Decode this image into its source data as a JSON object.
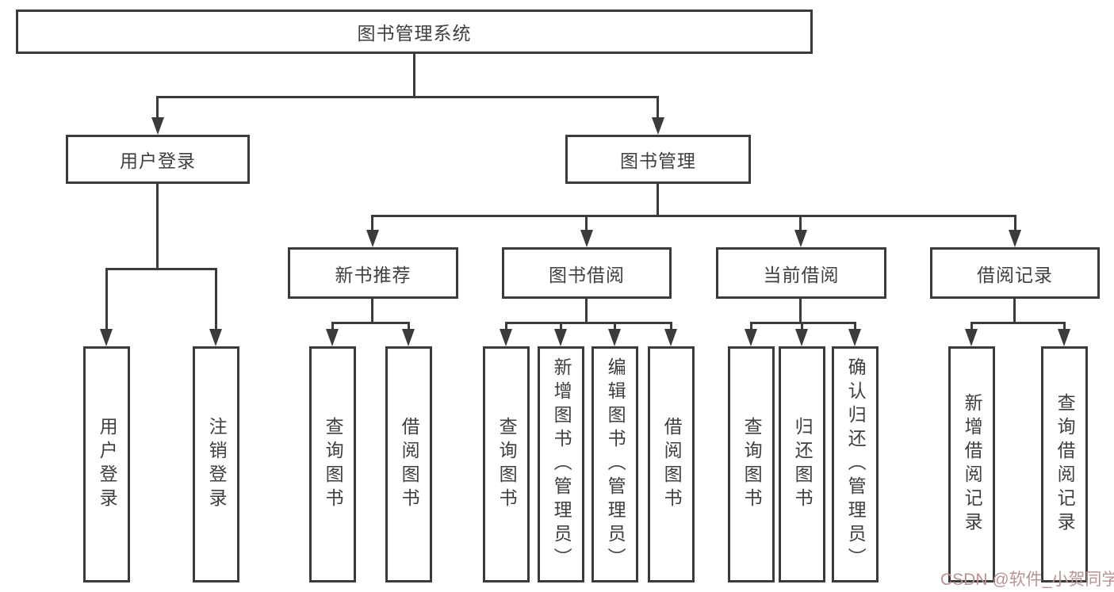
{
  "diagram": {
    "root": {
      "label": "图书管理系统",
      "children": [
        {
          "label": "用户登录",
          "children": [
            {
              "label": "用户登录"
            },
            {
              "label": "注销登录"
            }
          ]
        },
        {
          "label": "图书管理",
          "children": [
            {
              "label": "新书推荐",
              "children": [
                {
                  "label": "查询图书"
                },
                {
                  "label": "借阅图书"
                }
              ]
            },
            {
              "label": "图书借阅",
              "children": [
                {
                  "label": "查询图书"
                },
                {
                  "label": "新增图书（管理员）"
                },
                {
                  "label": "编辑图书（管理员）"
                },
                {
                  "label": "借阅图书"
                }
              ]
            },
            {
              "label": "当前借阅",
              "children": [
                {
                  "label": "查询图书"
                },
                {
                  "label": "归还图书"
                },
                {
                  "label": "确认归还（管理员）"
                }
              ]
            },
            {
              "label": "借阅记录",
              "children": [
                {
                  "label": "新增借阅记录"
                },
                {
                  "label": "查询借阅记录"
                }
              ]
            }
          ]
        }
      ]
    }
  },
  "watermark": {
    "text": "CSDN @软件_小贺同学"
  },
  "colors": {
    "line": "#3b3b3b",
    "text": "#3f3f3f",
    "watermark": "#b99393",
    "background": "#ffffff"
  }
}
